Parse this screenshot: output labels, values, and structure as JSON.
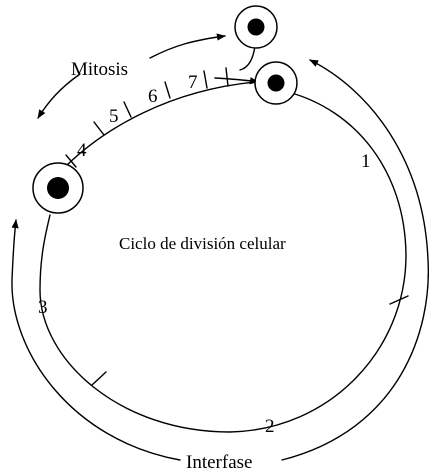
{
  "diagram": {
    "center_label": "Ciclo de división celular",
    "phase_labels": {
      "mitosis": "Mitosis",
      "interphase": "Interfase"
    },
    "step_numbers": [
      "1",
      "2",
      "3",
      "4",
      "5",
      "6",
      "7"
    ]
  },
  "colors": {
    "stroke": "#000000",
    "background": "#ffffff"
  }
}
